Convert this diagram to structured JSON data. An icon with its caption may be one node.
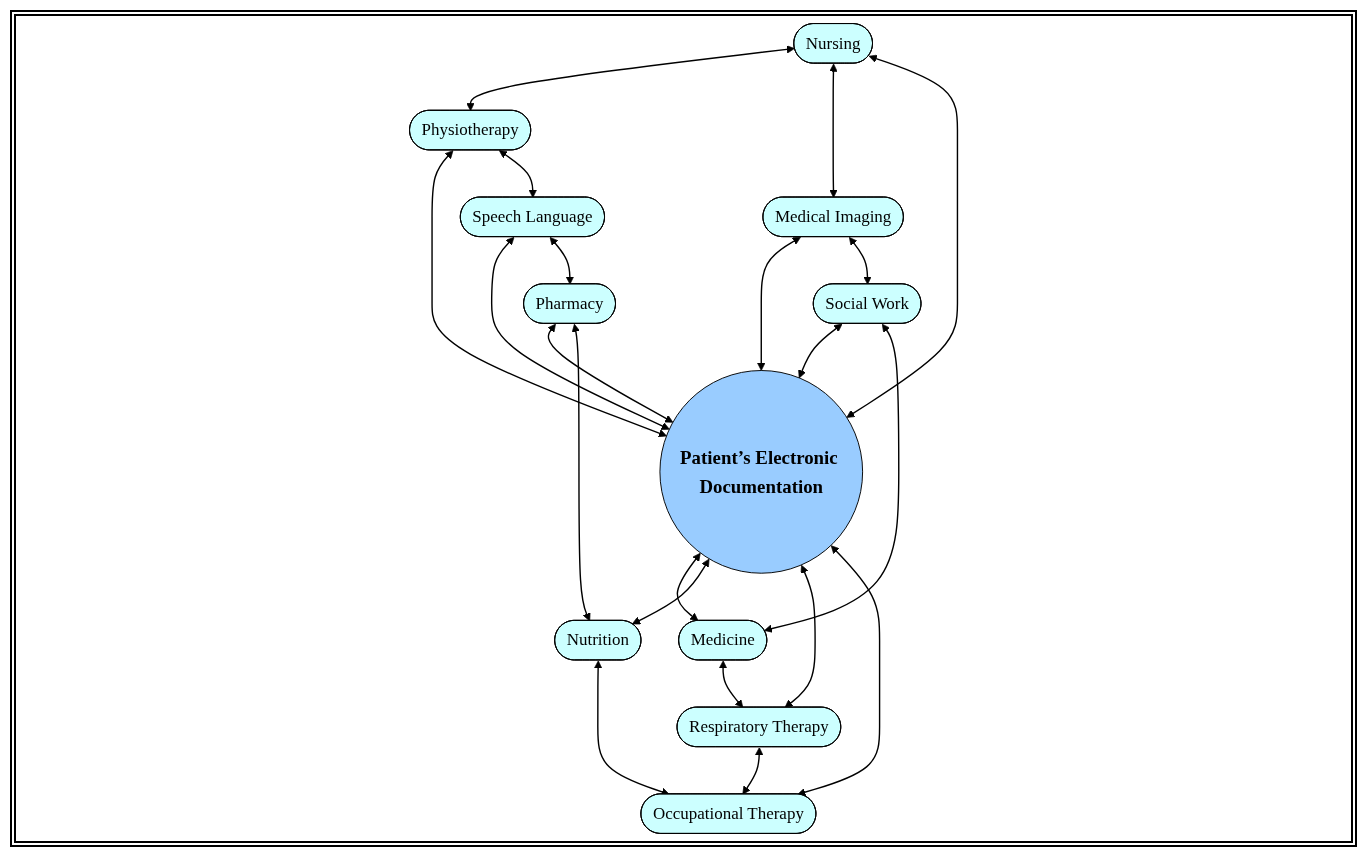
{
  "diagram": {
    "nodes": [
      {
        "text": [
          "Nursing"
        ]
      },
      {
        "text": [
          "Physiotherapy"
        ]
      },
      {
        "text": [
          "Medical Imaging"
        ]
      },
      {
        "text": [
          "Speech Language"
        ]
      },
      {
        "text": [
          "Social Work"
        ]
      },
      {
        "text": [
          "Pharmacy"
        ]
      },
      {
        "text": [
          "Patient’s Electronic Documentation"
        ]
      },
      {
        "text": [
          "Medicine"
        ]
      },
      {
        "text": [
          "Nutrition"
        ]
      },
      {
        "text": [
          "Respiratory Therapy"
        ]
      },
      {
        "text": [
          "Occupational Therapy"
        ]
      }
    ],
    "edges": [
      {
        "from": 0,
        "to": 1,
        "arrow": "both"
      },
      {
        "from": 0,
        "to": 2,
        "arrow": "both"
      },
      {
        "from": 0,
        "to": 6,
        "arrow": "both"
      },
      {
        "from": 1,
        "to": 6,
        "arrow": "both"
      },
      {
        "from": 1,
        "to": 3,
        "arrow": "both"
      },
      {
        "from": 2,
        "to": 6,
        "arrow": "both"
      },
      {
        "from": 2,
        "to": 4,
        "arrow": "both"
      },
      {
        "from": 3,
        "to": 6,
        "arrow": "both"
      },
      {
        "from": 3,
        "to": 5,
        "arrow": "both"
      },
      {
        "from": 4,
        "to": 6,
        "arrow": "both"
      },
      {
        "from": 5,
        "to": 6,
        "arrow": "both"
      },
      {
        "from": 4,
        "to": 7,
        "arrow": "both"
      },
      {
        "from": 5,
        "to": 8,
        "arrow": "both"
      },
      {
        "from": 6,
        "to": 7,
        "arrow": "both"
      },
      {
        "from": 6,
        "to": 8,
        "arrow": "both"
      },
      {
        "from": 7,
        "to": 9,
        "arrow": "both"
      },
      {
        "from": 6,
        "to": 9,
        "arrow": "both"
      },
      {
        "from": 6,
        "to": 10,
        "arrow": "both"
      },
      {
        "from": 8,
        "to": 10,
        "arrow": "both"
      },
      {
        "from": 9,
        "to": 10,
        "arrow": "both"
      }
    ]
  }
}
